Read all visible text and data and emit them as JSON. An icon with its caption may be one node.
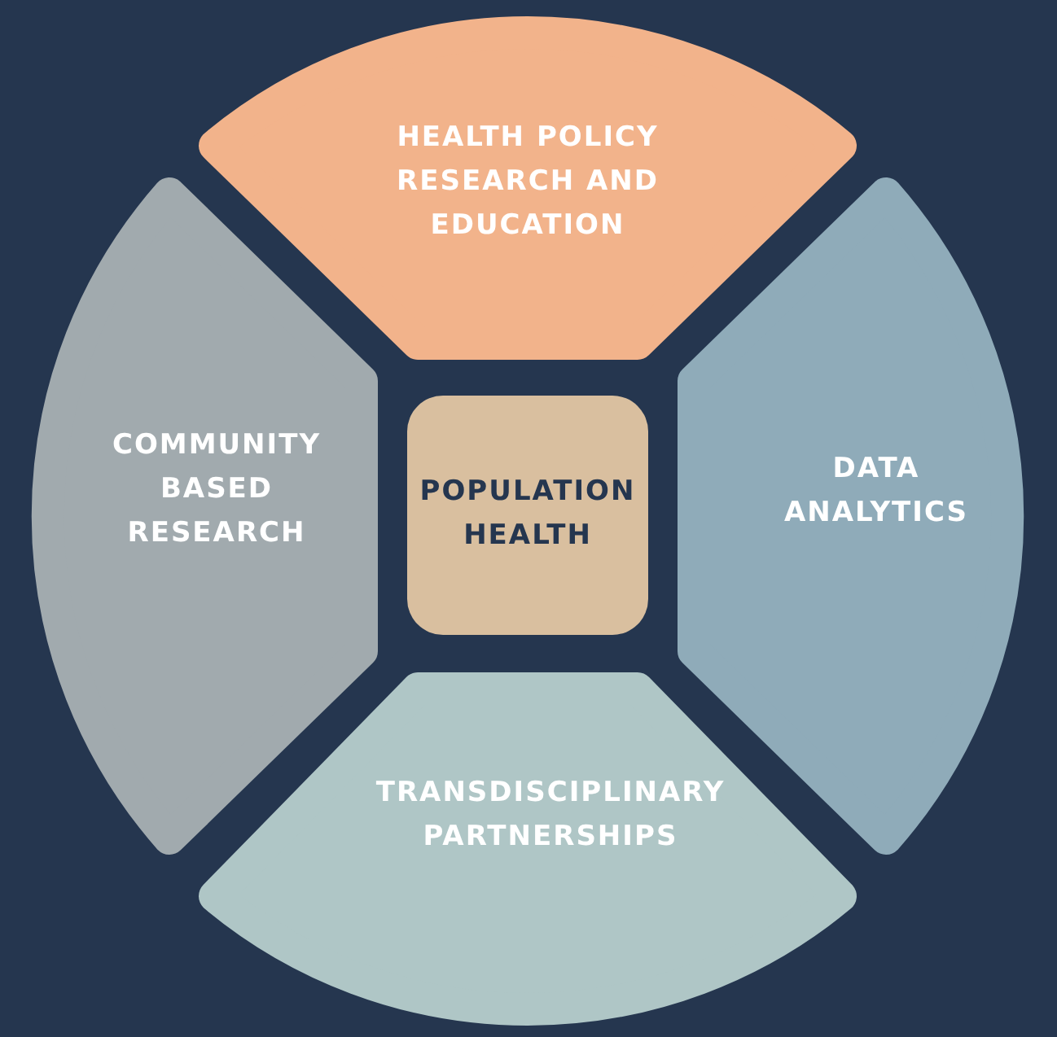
{
  "diagram": {
    "nodes": [
      {
        "text": [
          "HEALTH POLICY RESEARCH AND EDUCATION"
        ]
      },
      {
        "text": [
          "COMMUNITY BASED RESEARCH"
        ]
      },
      {
        "text": [
          "POPULATION HEALTH"
        ]
      },
      {
        "text": [
          "DATA ANALYTICS"
        ]
      },
      {
        "text": [
          "TRANSDISCIPLINARY PARTNERSHIPS"
        ]
      }
    ]
  }
}
